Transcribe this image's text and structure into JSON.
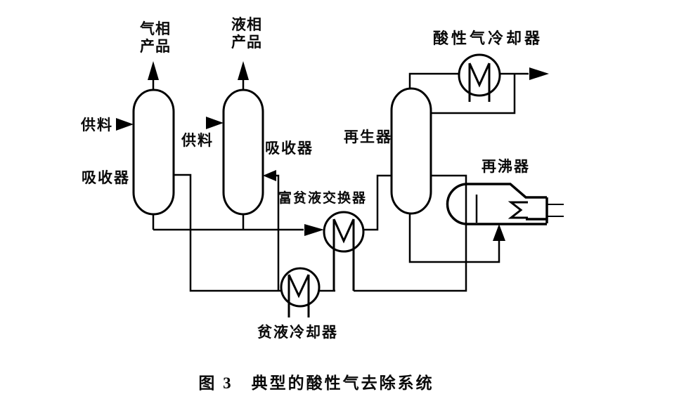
{
  "figure": {
    "caption": "图 3　典型的酸性气去除系统"
  },
  "labels": {
    "gas_product": "气相产品",
    "liquid_product": "液相产品",
    "feed_left": "供料",
    "feed_right": "供料",
    "absorber_left": "吸收器",
    "absorber_right": "吸收器",
    "regenerator": "再生器",
    "acid_gas_cooler": "酸性气冷却器",
    "reboiler": "再沸器",
    "rich_lean_exchanger": "富贫液交换器",
    "lean_cooler": "贫液冷却器"
  },
  "icons": {
    "heat_exchanger_symbol": "circle-with-M-coil",
    "flow_arrow": "solid-triangle"
  },
  "colors": {
    "line": "#000000",
    "background": "#ffffff",
    "text": "#0a0a0a"
  }
}
